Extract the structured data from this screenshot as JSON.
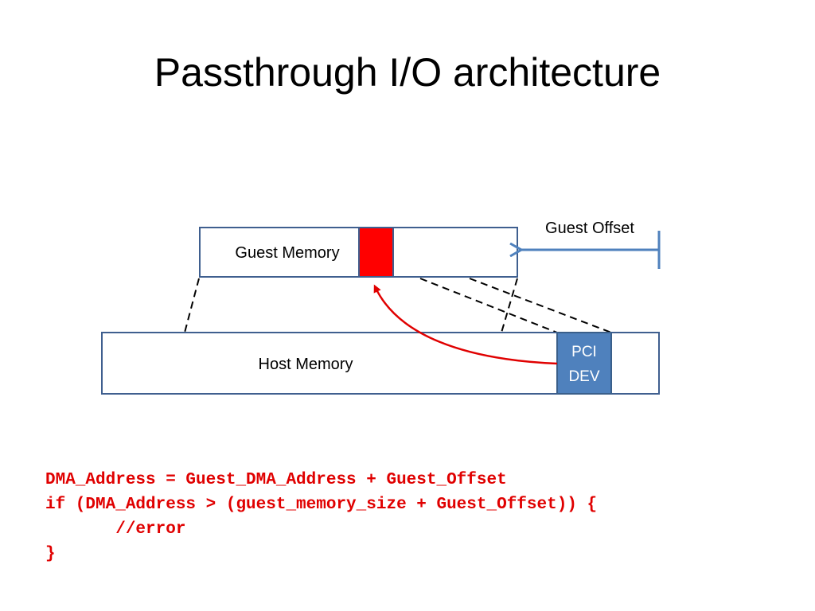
{
  "slide": {
    "title": "Passthrough I/O architecture"
  },
  "diagram": {
    "guest_memory_label": "Guest Memory",
    "host_memory_label": "Host Memory",
    "pci_dev_label_line1": "PCI",
    "pci_dev_label_line2": "DEV",
    "guest_offset_label": "Guest Offset"
  },
  "colors": {
    "box_border": "#4a6fa0",
    "pci_fill": "#4f81bd",
    "highlight": "#ff0000",
    "arrow_blue": "#4f81bd",
    "code_red": "#e00000"
  },
  "code": {
    "lines": [
      "DMA_Address = Guest_DMA_Address + Guest_Offset",
      "if (DMA_Address > (guest_memory_size + Guest_Offset)) {",
      "       //error",
      "}"
    ]
  }
}
